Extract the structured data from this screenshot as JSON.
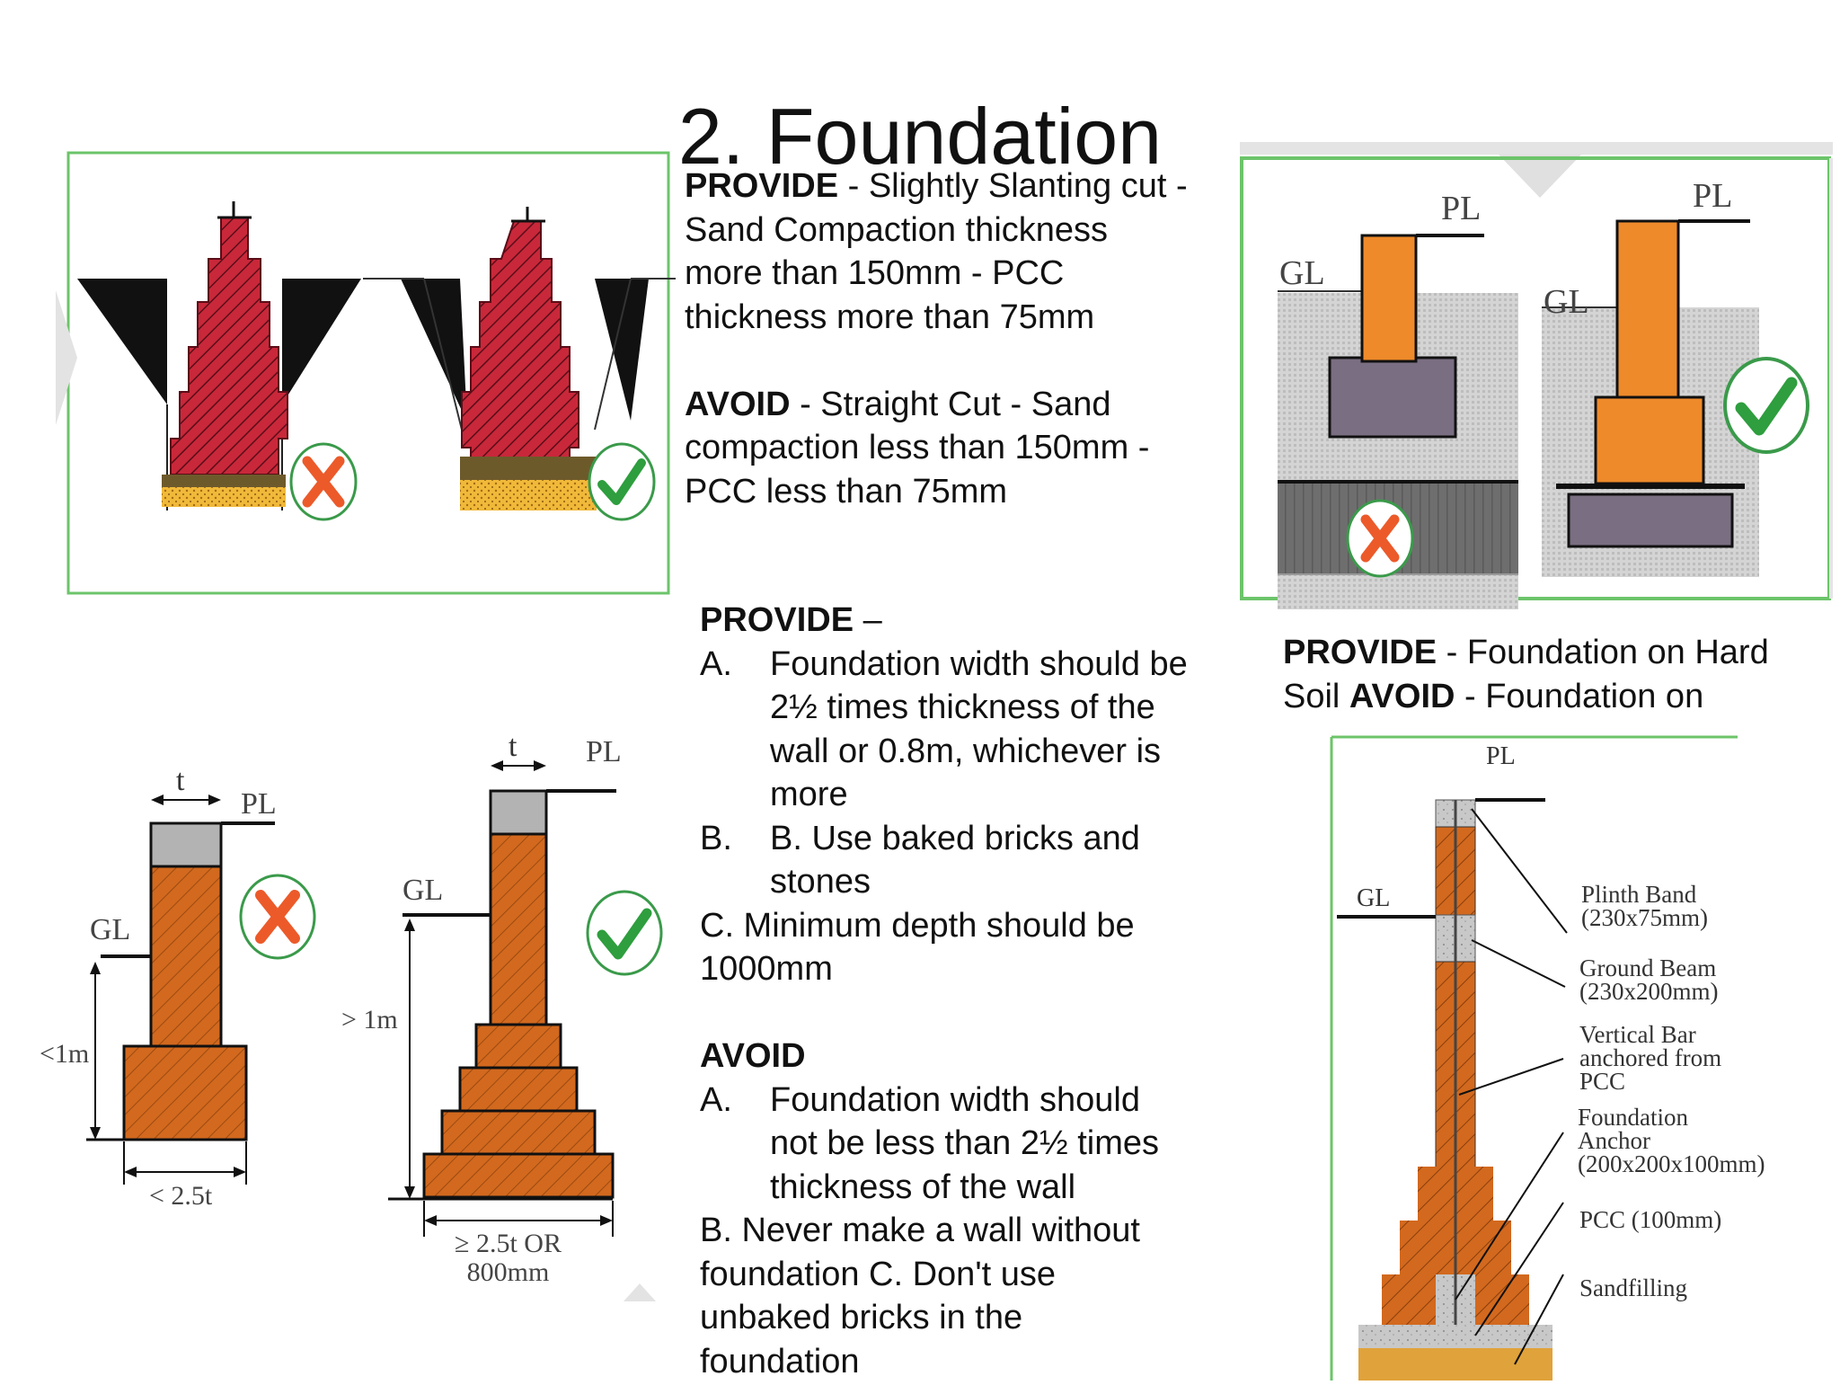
{
  "title": "2. Foundation",
  "block1": {
    "provide_label": "PROVIDE",
    "provide_text": " - Slightly Slanting cut - Sand Compaction thickness more than 150mm - PCC thickness more than 75mm",
    "avoid_label": "AVOID",
    "avoid_text": " - Straight Cut - Sand compaction less than 150mm - PCC less than 75mm"
  },
  "block2": {
    "provide_label": "PROVIDE",
    "provide_suffix": " –",
    "provide_items": [
      {
        "marker": "A.",
        "text": "Foundation width should be 2½ times thickness of the wall or 0.8m, whichever is more"
      },
      {
        "marker": "B.",
        "text": " B. Use baked bricks and stones"
      }
    ],
    "provide_c": "C. Minimum depth should be 1000mm",
    "avoid_label": "AVOID",
    "avoid_items": [
      {
        "marker": "A.",
        "text": "Foundation width should not be less than 2½ times thickness of the wall"
      }
    ],
    "avoid_rest": "B. Never make a wall without foundation C. Don't use unbaked bricks in the foundation"
  },
  "block3": {
    "provide_label": "PROVIDE",
    "provide_text": " - Foundation on Hard Soil ",
    "avoid_label": "AVOID",
    "avoid_text": " - Foundation on"
  },
  "fig2": {
    "pl": "PL",
    "gl": "GL"
  },
  "fig3": {
    "t": "t",
    "pl": "PL",
    "gl": "GL",
    "depth_bad": "<1m",
    "width_bad": "< 2.5t",
    "depth_good": "> 1m",
    "width_good_1": "≥ 2.5t OR",
    "width_good_2": "800mm"
  },
  "fig4": {
    "pl": "PL",
    "gl": "GL",
    "labels": [
      "Plinth Band",
      "(230x75mm)",
      "Ground Beam",
      "(230x200mm)",
      "Vertical Bar",
      "anchored from",
      "PCC",
      "Foundation",
      "Anchor",
      "(200x200x100mm)",
      "PCC (100mm)",
      "Sandfilling"
    ]
  },
  "colors": {
    "frame_green": "#6cc46a",
    "brick_red": "#c8283a",
    "brick_orange": "#d2691e",
    "column_orange": "#ee8a2a",
    "cross_red": "#ec5a2a",
    "check_green": "#2e9e3e"
  },
  "icons": [
    "cross-icon",
    "check-icon"
  ]
}
